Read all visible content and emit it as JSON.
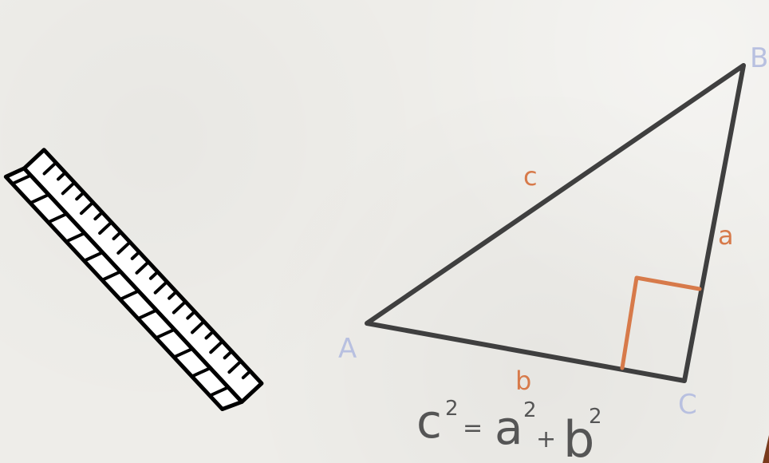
{
  "vertices": {
    "A": "A",
    "B": "B",
    "C": "C"
  },
  "sides": {
    "a": "a",
    "b": "b",
    "c": "c"
  },
  "formula": {
    "c": "c",
    "c_exp": "2",
    "equals": "=",
    "a": "a",
    "a_exp": "2",
    "plus": "+",
    "b": "b",
    "b_exp": "2"
  },
  "colors": {
    "triangle_stroke": "#3f3f3f",
    "side_labels": "#d77a4a",
    "vertex_labels": "#b8c0e0",
    "formula_text": "#555555",
    "ruler_stroke": "#000000",
    "background": "#eeede9"
  },
  "icons": [
    "ruler-icon",
    "right-angle-marker"
  ]
}
